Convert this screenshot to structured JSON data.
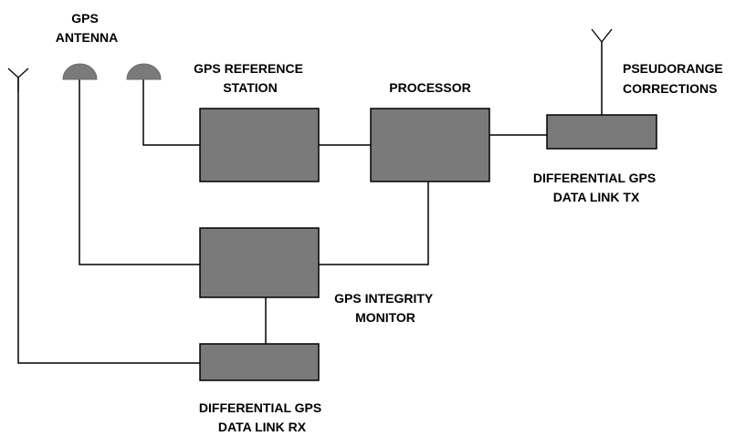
{
  "labels": {
    "gps_antenna": [
      "GPS",
      "ANTENNA"
    ],
    "gps_reference_station": [
      "GPS REFERENCE",
      "STATION"
    ],
    "processor": "PROCESSOR",
    "pseudorange_corrections": [
      "PSEUDORANGE",
      "CORRECTIONS"
    ],
    "differential_gps_data_link_tx": [
      "DIFFERENTIAL GPS",
      "DATA LINK TX"
    ],
    "gps_integrity_monitor": [
      "GPS INTEGRITY",
      "MONITOR"
    ],
    "differential_gps_data_link_rx": [
      "DIFFERENTIAL GPS",
      "DATA LINK RX"
    ]
  },
  "colors": {
    "block_fill": "#7a7a7a",
    "line": "#000000",
    "background": "#ffffff"
  },
  "icons": {
    "receive_antenna": "y-antenna-icon",
    "gps_antennas": "dome-antenna-icon",
    "transmit_antenna": "y-antenna-icon"
  }
}
